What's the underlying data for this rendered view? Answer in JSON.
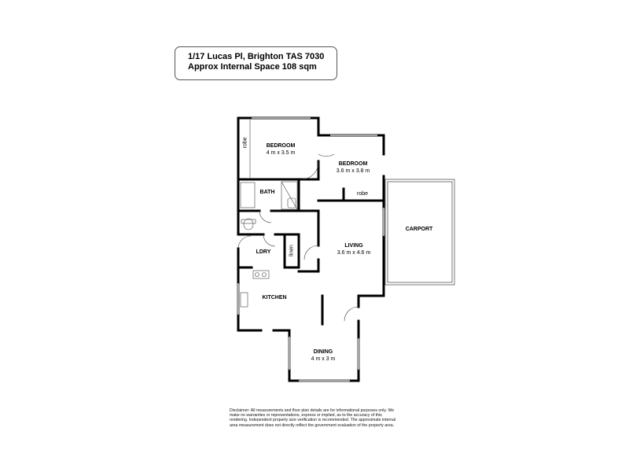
{
  "header": {
    "address": "1/17 Lucas Pl, Brighton TAS 7030",
    "internal_space": "Approx Internal Space 108 sqm"
  },
  "rooms": {
    "bedroom1": {
      "name": "BEDROOM",
      "dims": "4 m x 3.5 m"
    },
    "bedroom2": {
      "name": "BEDROOM",
      "dims": "3.6 m x 3.8 m"
    },
    "bath": {
      "name": "BATH"
    },
    "robe1": {
      "name": "robe"
    },
    "robe2": {
      "name": "robe"
    },
    "living": {
      "name": "LIVING",
      "dims": "3.6 m x 4.6 m"
    },
    "carport": {
      "name": "CARPORT"
    },
    "ldry": {
      "name": "LDRY"
    },
    "linen": {
      "name": "linen"
    },
    "kitchen": {
      "name": "KITCHEN"
    },
    "dining": {
      "name": "DINING",
      "dims": "4 m x 3 m"
    }
  },
  "disclaimer": "Disclaimer: All measurements and floor plan details are for informational purposes only. We make no warranties or representations, express or implied, as to the accuracy of this rendering. Independent property size verification is recommended. The approximate internal area measurement does not directly reflect the government evaluation of the property area."
}
